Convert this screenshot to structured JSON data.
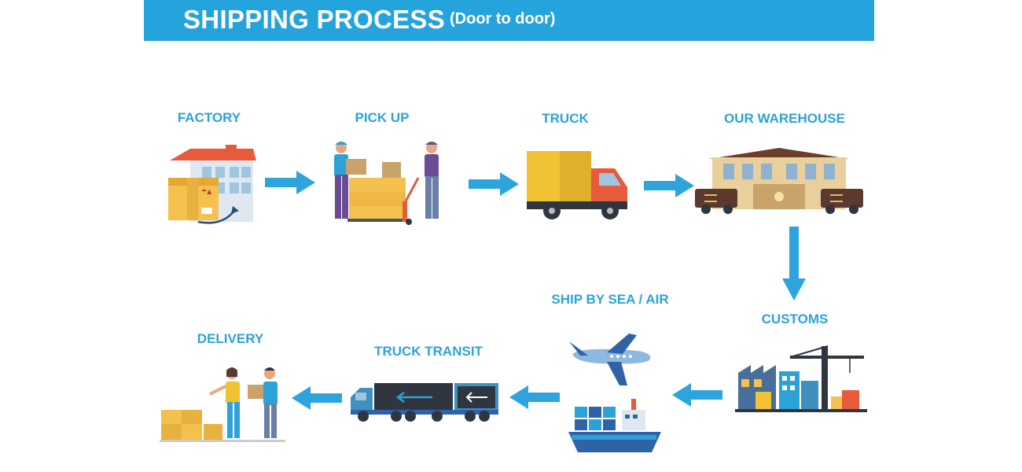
{
  "header": {
    "title": "SHIPPING PROCESS",
    "subtitle": "(Door to door)"
  },
  "steps": [
    {
      "label": "FACTORY"
    },
    {
      "label": "PICK UP"
    },
    {
      "label": "TRUCK"
    },
    {
      "label": "OUR WAREHOUSE"
    },
    {
      "label": "CUSTOMS"
    },
    {
      "label": "SHIP BY SEA / AIR"
    },
    {
      "label": "TRUCK TRANSIT"
    },
    {
      "label": "DELIVERY"
    }
  ],
  "colors": {
    "accent": "#25a3dc",
    "label": "#2ca3d8",
    "arrow": "#2ea4dc"
  },
  "icons": [
    "factory-icon",
    "pickup-workers-icon",
    "truck-icon",
    "warehouse-icon",
    "customs-port-icon",
    "airplane-icon",
    "cargo-ship-icon",
    "transit-truck-icon",
    "delivery-people-icon"
  ]
}
